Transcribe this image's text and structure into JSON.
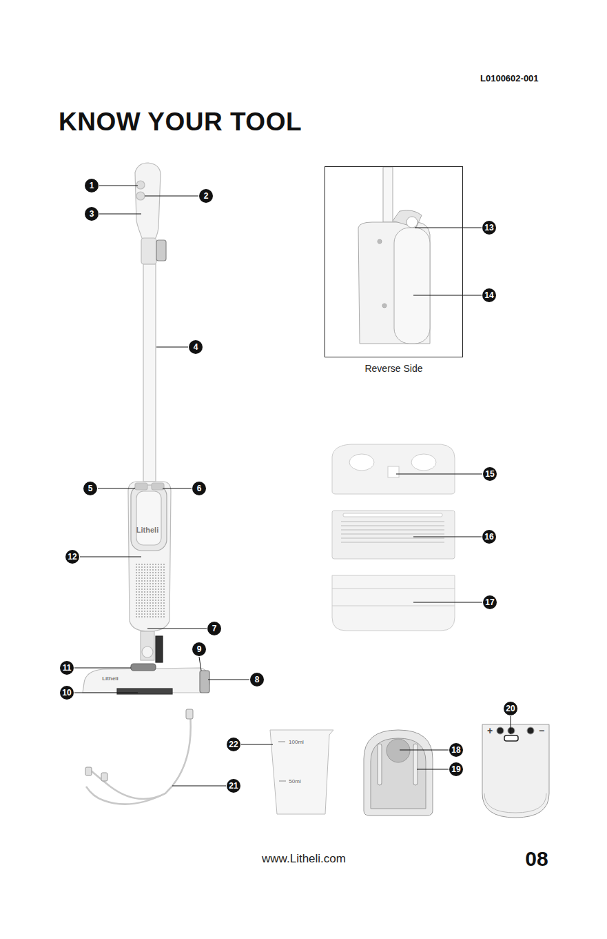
{
  "diagram": {
    "title": "KNOW YOUR TOOL",
    "nodes": [
      {
        "text": [
          "Reverse Side"
        ]
      }
    ],
    "labels": [
      "L0100602-001",
      "1",
      "2",
      "3",
      "4",
      "5",
      "6",
      "7",
      "8",
      "9",
      "10",
      "11",
      "12",
      "13",
      "14",
      "15",
      "16",
      "17",
      "18",
      "19",
      "20",
      "21",
      "22",
      "Litheli",
      "Litheli",
      "100ml",
      "50ml",
      "+",
      "−",
      "www.Litheli.com",
      "08"
    ]
  }
}
